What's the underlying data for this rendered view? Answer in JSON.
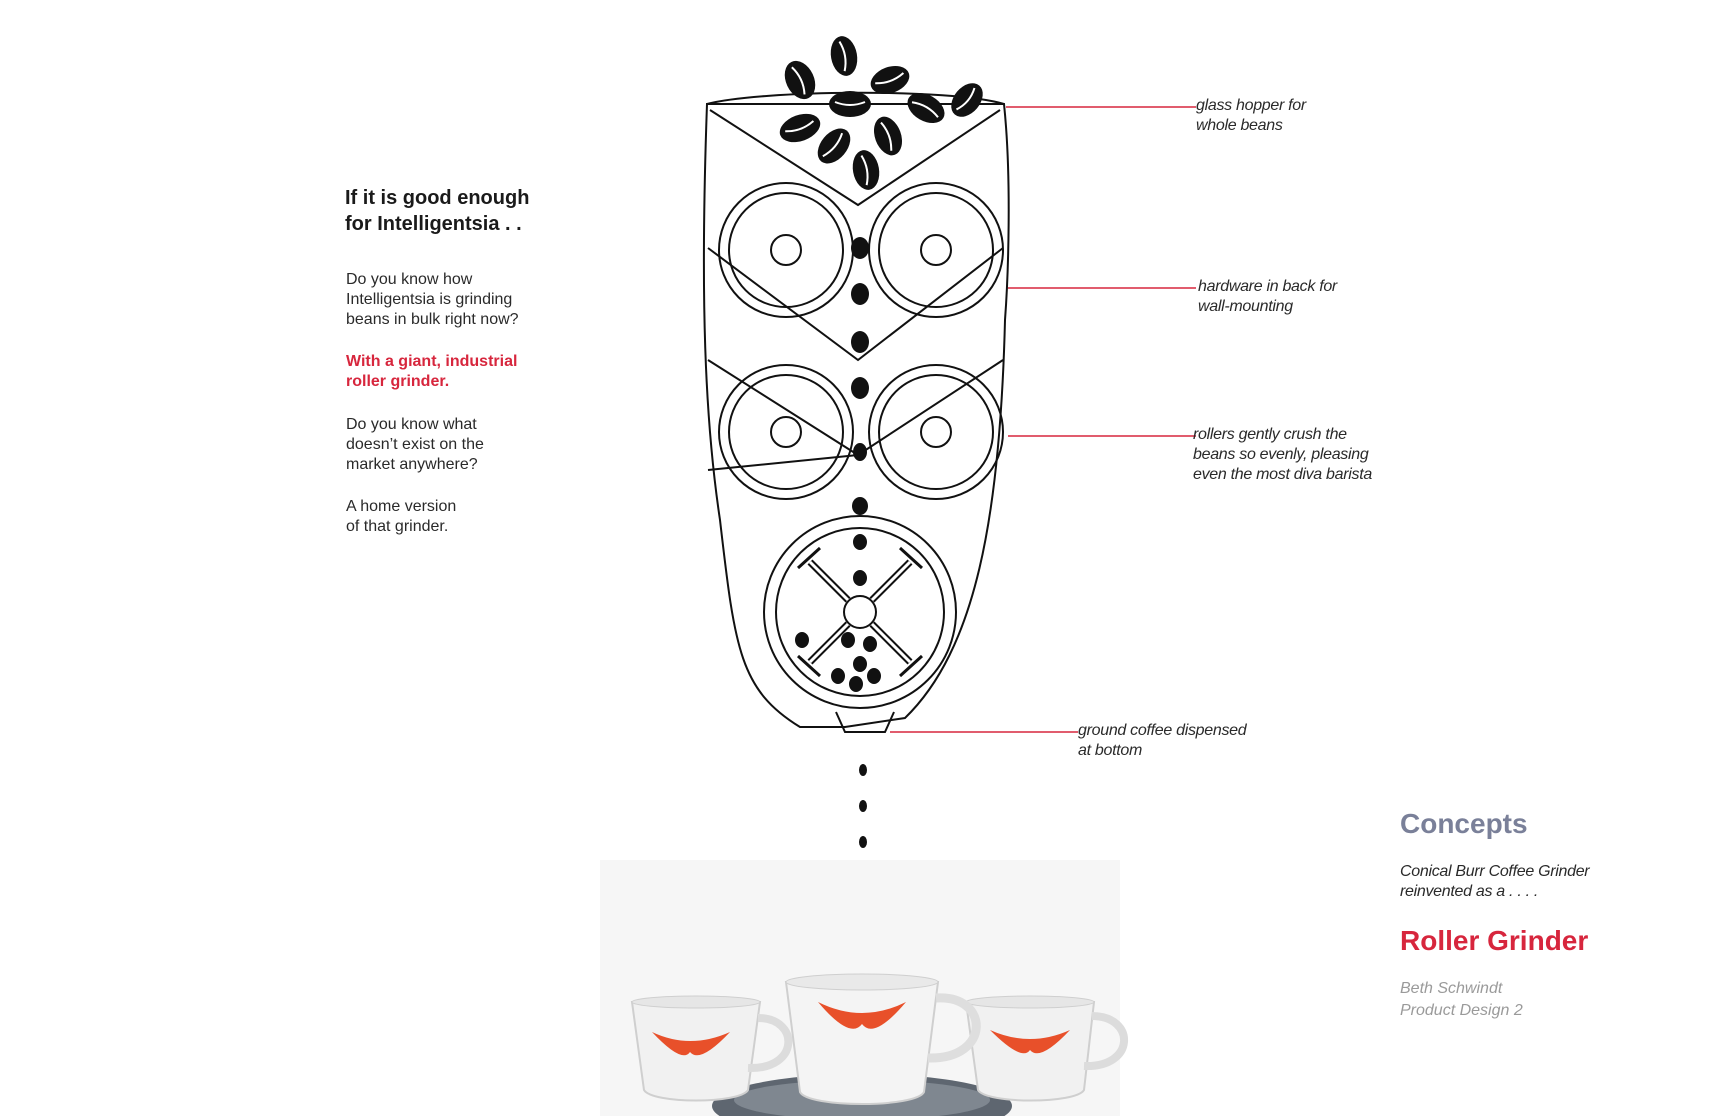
{
  "intro": {
    "headline_line1": "If it is good enough",
    "headline_line2": "for Intelligentsia . .",
    "p1_line1": "Do you know how",
    "p1_line2": "Intelligentsia is grinding",
    "p1_line3": "beans in bulk right now?",
    "p2_line1": "With a giant, industrial",
    "p2_line2": "roller grinder.",
    "p3_line1": "Do you know what",
    "p3_line2": "doesn’t exist on the",
    "p3_line3": "market anywhere?",
    "p4_line1": "A home version",
    "p4_line2": "of that grinder."
  },
  "callouts": [
    {
      "line1": "glass hopper for",
      "line2": "whole beans"
    },
    {
      "line1": "hardware in back for",
      "line2": "wall-mounting"
    },
    {
      "line1": "rollers gently crush the",
      "line2": "beans so evenly, pleasing",
      "line3": "even the most diva barista"
    },
    {
      "line1": "ground coffee dispensed",
      "line2": "at bottom"
    }
  ],
  "concepts": {
    "title": "Concepts",
    "desc_line1": "Conical Burr Coffee Grinder",
    "desc_line2": "reinvented as a  . . . .",
    "product": "Roller Grinder",
    "author": "Beth Schwindt",
    "course": "Product Design 2"
  },
  "colors": {
    "accent_red": "#d7263d",
    "concepts_gray": "#7a8099",
    "cup_logo": "#e8502a",
    "saucer": "#5e6670"
  }
}
